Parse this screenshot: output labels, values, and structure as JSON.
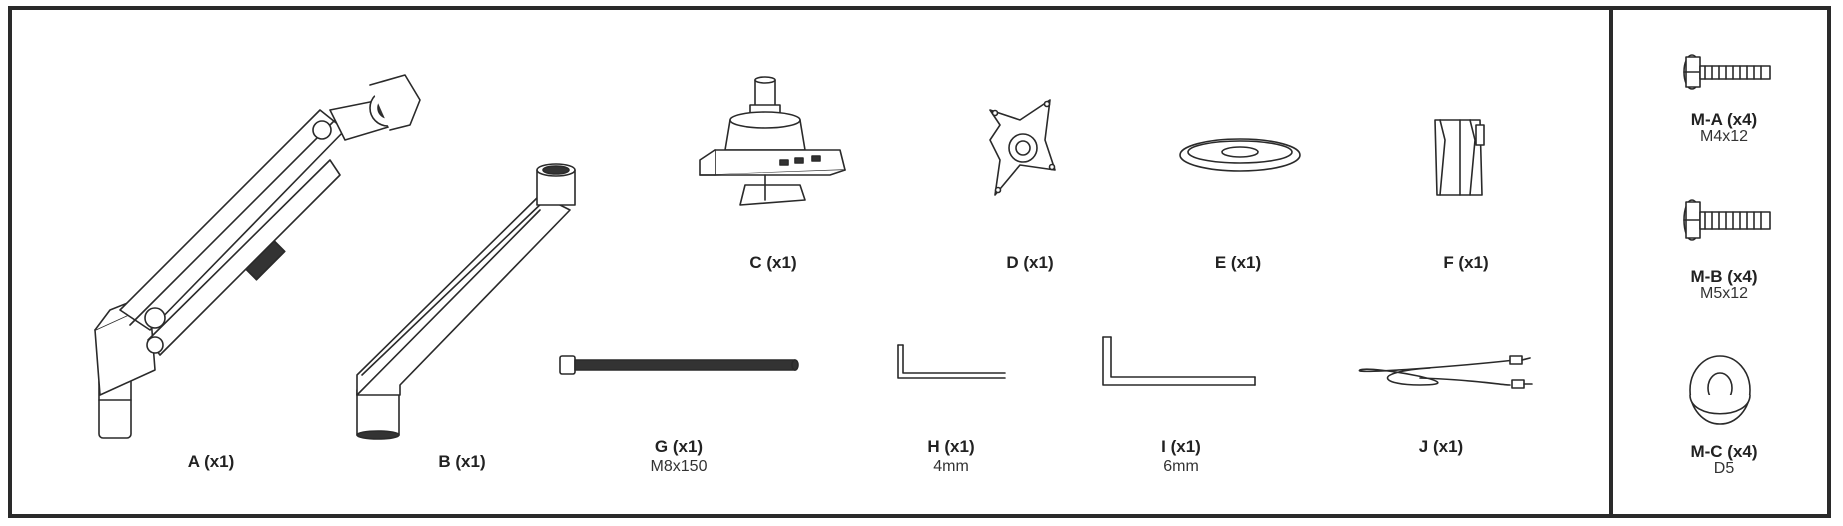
{
  "parts": [
    {
      "key": "A",
      "label": "A (x1)",
      "sub": ""
    },
    {
      "key": "B",
      "label": "B (x1)",
      "sub": ""
    },
    {
      "key": "C",
      "label": "C (x1)",
      "sub": ""
    },
    {
      "key": "D",
      "label": "D (x1)",
      "sub": ""
    },
    {
      "key": "E",
      "label": "E (x1)",
      "sub": ""
    },
    {
      "key": "F",
      "label": "F (x1)",
      "sub": ""
    },
    {
      "key": "G",
      "label": "G (x1)",
      "sub": "M8x150"
    },
    {
      "key": "H",
      "label": "H (x1)",
      "sub": "4mm"
    },
    {
      "key": "I",
      "label": "I (x1)",
      "sub": "6mm"
    },
    {
      "key": "J",
      "label": "J (x1)",
      "sub": ""
    }
  ],
  "hardware": [
    {
      "key": "M-A",
      "label": "M-A (x4)",
      "sub": "M4x12"
    },
    {
      "key": "M-B",
      "label": "M-B (x4)",
      "sub": "M5x12"
    },
    {
      "key": "M-C",
      "label": "M-C (x4)",
      "sub": "D5"
    }
  ],
  "colors": {
    "line": "#2a2a2a",
    "fill": "#ffffff",
    "dark": "#333333"
  }
}
